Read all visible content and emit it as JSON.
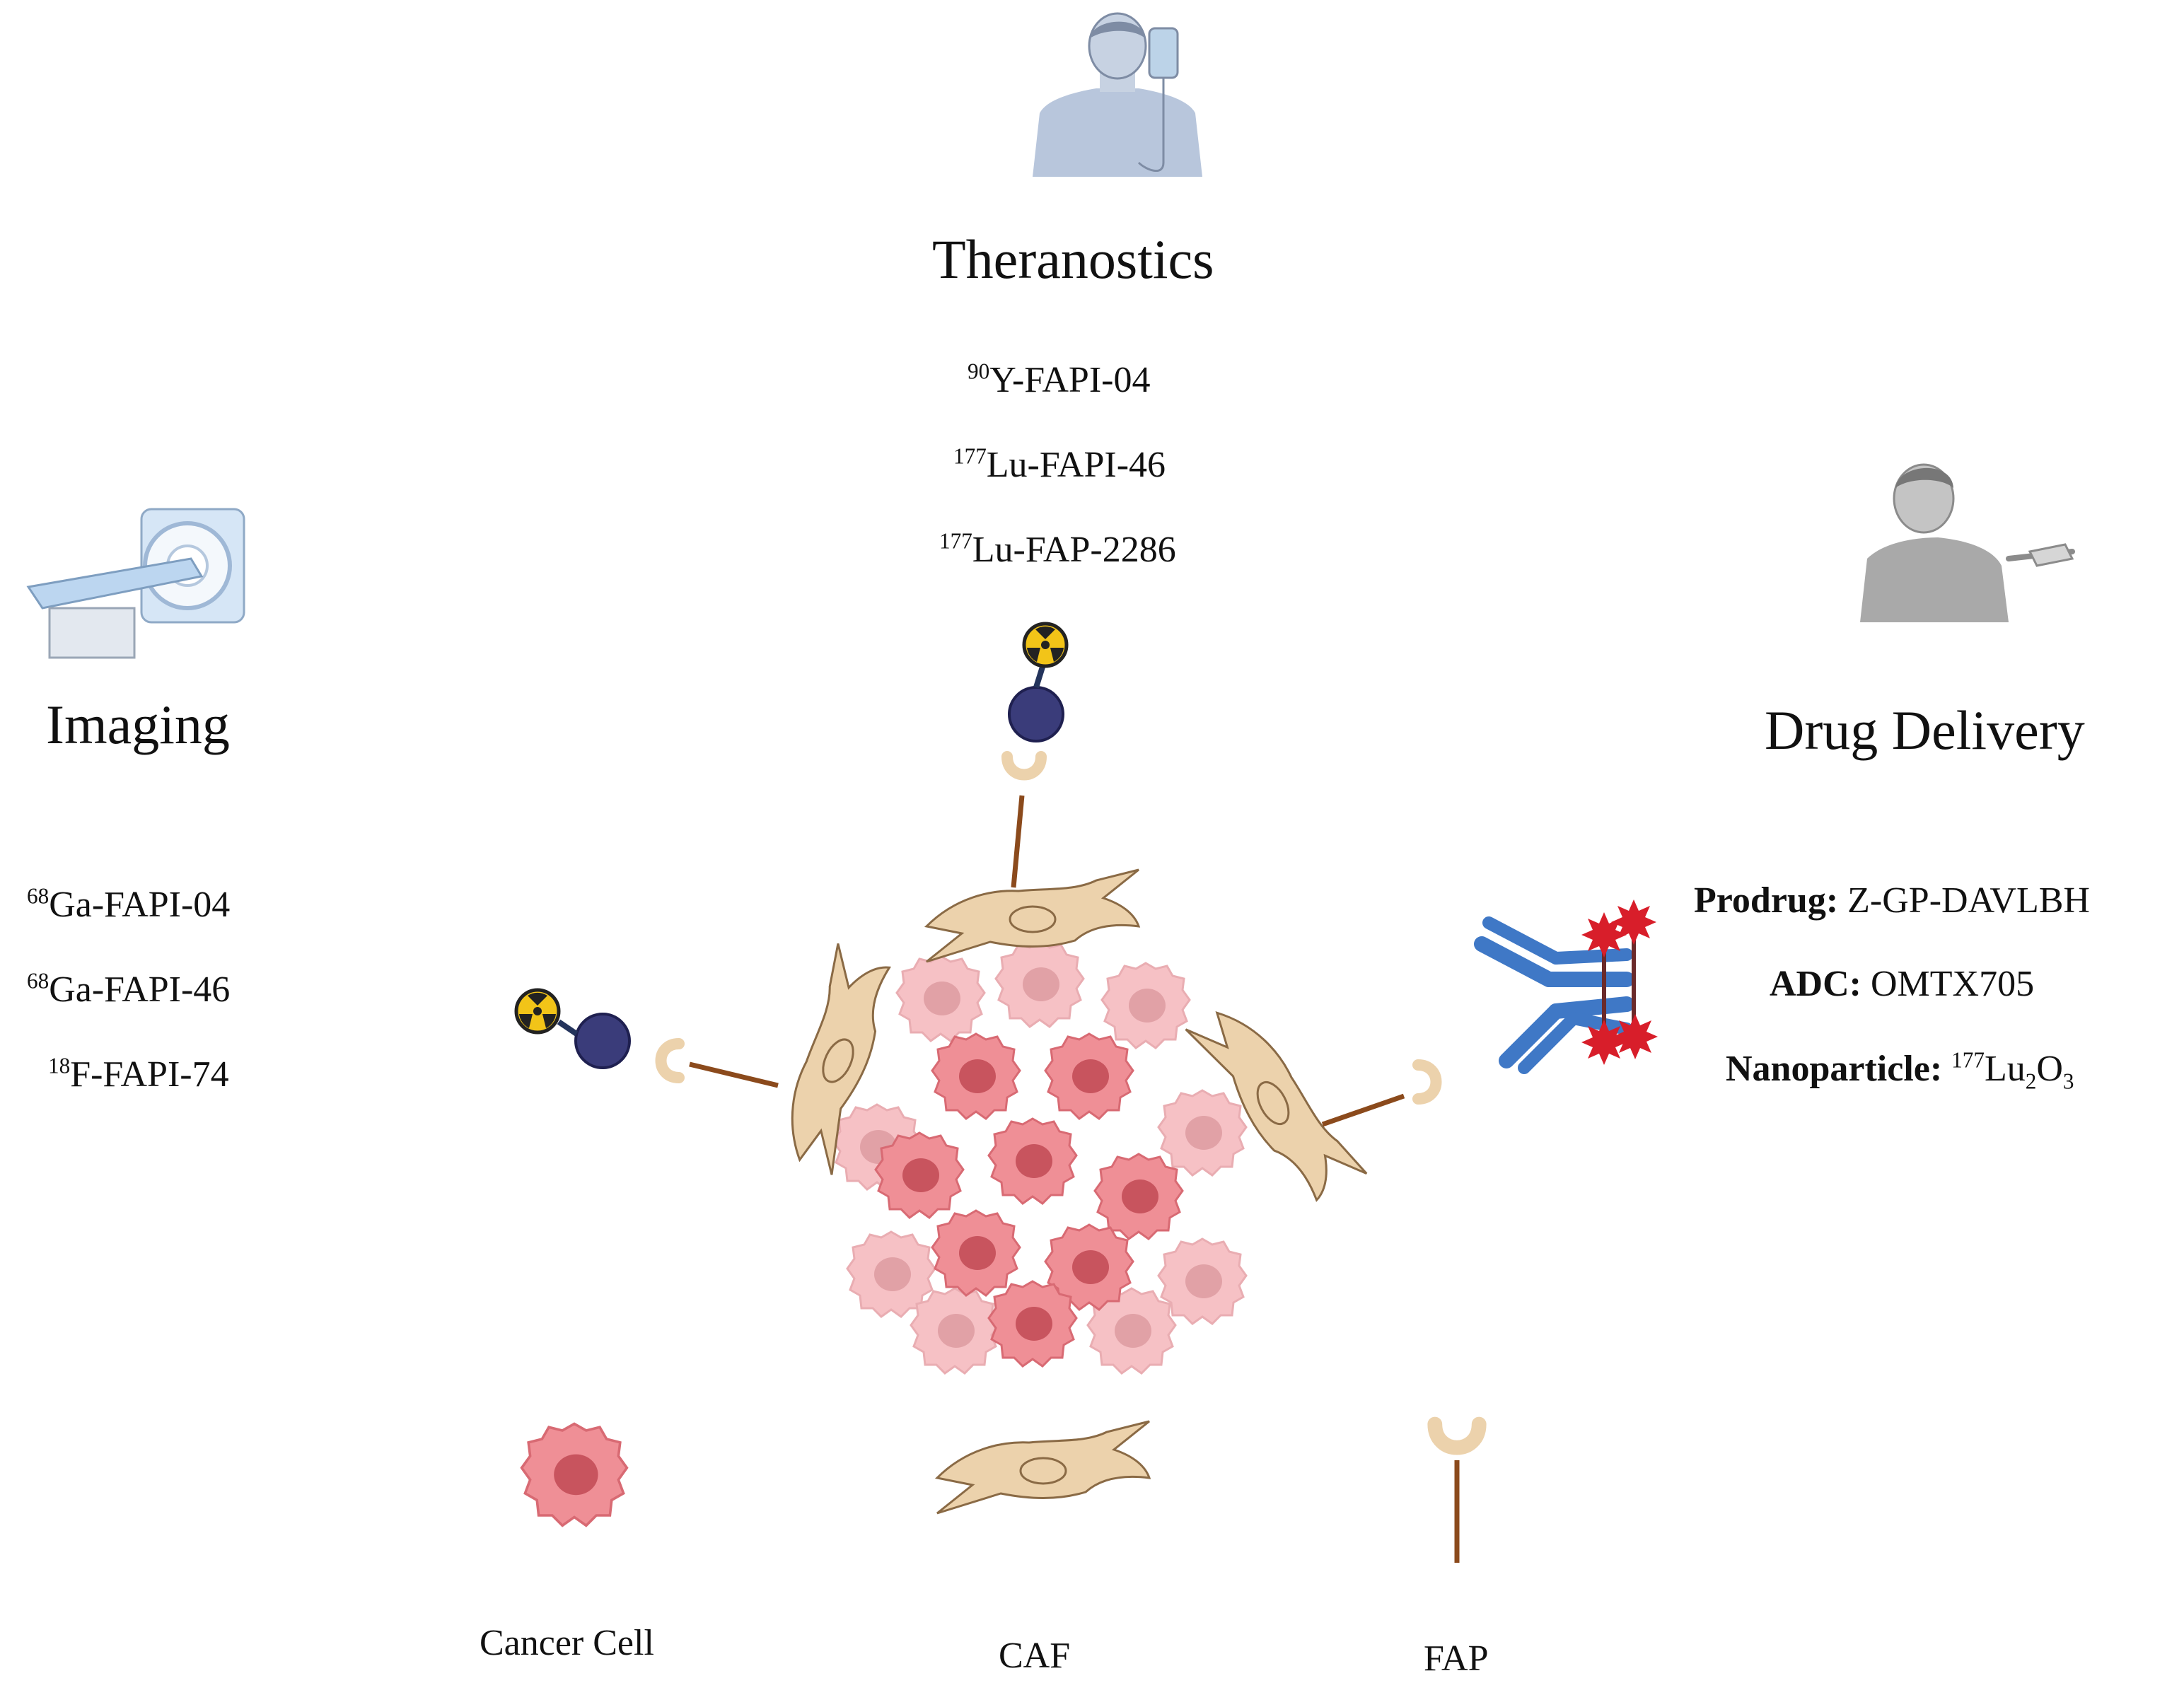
{
  "sections": {
    "theranostics": {
      "title": "Theranostics",
      "items": [
        {
          "sup": "90",
          "text": "Y-FAPI-04"
        },
        {
          "sup": "177",
          "text": "Lu-FAPI-46"
        },
        {
          "sup": "177",
          "text": "Lu-FAP-2286"
        }
      ]
    },
    "imaging": {
      "title": "Imaging",
      "items": [
        {
          "sup": "68",
          "text": "Ga-FAPI-04"
        },
        {
          "sup": "68",
          "text": "Ga-FAPI-46"
        },
        {
          "sup": "18",
          "text": "F-FAPI-74"
        }
      ]
    },
    "drug_delivery": {
      "title": "Drug Delivery",
      "items": [
        {
          "label": "Prodrug:",
          "value": "Z-GP-DAVLBH"
        },
        {
          "label": "ADC:",
          "value": "OMTX705"
        },
        {
          "label": "Nanoparticle:",
          "sup": "177",
          "lu": "Lu",
          "sub1": "2",
          "o": "O",
          "sub2": "3"
        }
      ]
    }
  },
  "legend": {
    "cancer_cell": "Cancer Cell",
    "caf": "CAF",
    "fap": "FAP"
  },
  "colors": {
    "tumor": "#e8737c",
    "tumor_light": "#f4b8bd",
    "caf": "#ecd2ac",
    "caf_stroke": "#8a6a45",
    "fap_stem": "#8b4a1c",
    "ligand": "#3a3c7a",
    "radiation": "#f2c418",
    "antibody": "#3f78c6",
    "drug": "#d81e2a",
    "patient": "#b8c6dc"
  }
}
